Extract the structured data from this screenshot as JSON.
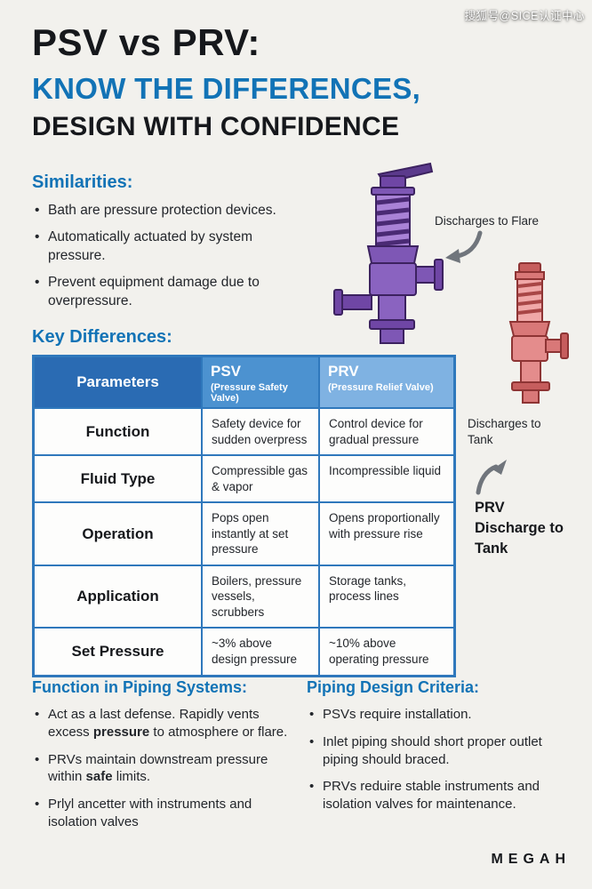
{
  "watermark": "搜狐号@SICE认证中心",
  "title": {
    "line1": "PSV vs PRV:",
    "line2": "KNOW THE DIFFERENCES,",
    "line3": "DESIGN WITH CONFIDENCE"
  },
  "similarities": {
    "heading": "Similarities:",
    "items": [
      "Bath are pressure protection devices.",
      "Automatically actuated by system pressure.",
      "Prevent equipment damage due to overpressure."
    ]
  },
  "psv_illustration": {
    "caption": "Discharges to Flare"
  },
  "prv_illustration": {
    "caption": "Discharges to Tank",
    "label": "PRV Discharge to Tank"
  },
  "key_differences": {
    "heading": "Key Differences:",
    "table": {
      "headers": {
        "col1": "Parameters",
        "col2_title": "PSV",
        "col2_sub": "(Pressure Safety Valve)",
        "col3_title": "PRV",
        "col3_sub": "(Pressure Relief Valve)"
      },
      "rows": [
        {
          "param": "Function",
          "psv": "Safety device for sudden overpress",
          "prv": "Control device for gradual pressure"
        },
        {
          "param": "Fluid Type",
          "psv": "Compressible gas & vapor",
          "prv": "Incompressible liquid"
        },
        {
          "param": "Operation",
          "psv": "Pops open instantly at set pressure",
          "prv": "Opens proportionally with pressure rise"
        },
        {
          "param": "Application",
          "psv": "Boilers, pressure vessels, scrubbers",
          "prv": "Storage tanks, process lines"
        },
        {
          "param": "Set Pressure",
          "psv": "~3% above design pressure",
          "prv": "~10% above operating pressure"
        }
      ]
    }
  },
  "piping_function": {
    "heading": "Function in Piping Systems:",
    "items": [
      {
        "pre": "Act as a last defense. Rapidly vents excess ",
        "bold": "pressure",
        "post": " to atmosphere or flare."
      },
      {
        "pre": "PRVs maintain downstream pressure within ",
        "bold": "safe",
        "post": " limits."
      },
      {
        "pre": "Prlyl ancetter with instruments and isolation valves",
        "bold": "",
        "post": ""
      }
    ]
  },
  "piping_design": {
    "heading": "Piping Design Criteria:",
    "items": [
      "PSVs require installation.",
      "Inlet piping should short proper outlet piping should braced.",
      "PRVs reduire stable instruments and isolation valves for maintenance."
    ]
  },
  "footer": {
    "brand": "MEGAH"
  },
  "icons": {
    "flare_arrow": "curved-arrow-down-left",
    "tank_arrow": "curved-arrow-up-right"
  },
  "colors": {
    "accent_blue": "#1273b6",
    "table_border": "#2f78bc",
    "header_parameters_bg": "#2a6bb3",
    "header_psv_bg": "#4c92d0",
    "header_prv_bg": "#7fb2e2",
    "valve_purple": "#8a63c0",
    "valve_red": "#e48c8c",
    "arrow_gray": "#70757c"
  }
}
